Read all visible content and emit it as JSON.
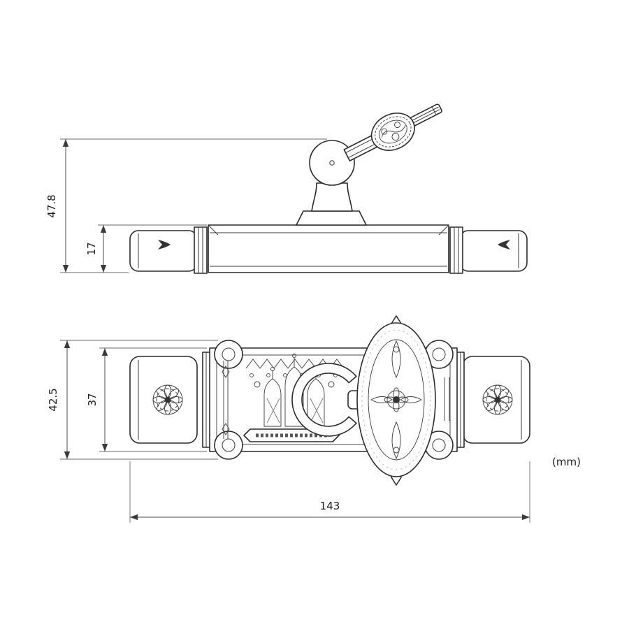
{
  "meta": {
    "units_label": "(mm)"
  },
  "dimensions": {
    "overall_height": "47.8",
    "body_thickness": "17",
    "plate_height": "42.5",
    "base_height": "37",
    "overall_length": "143"
  }
}
